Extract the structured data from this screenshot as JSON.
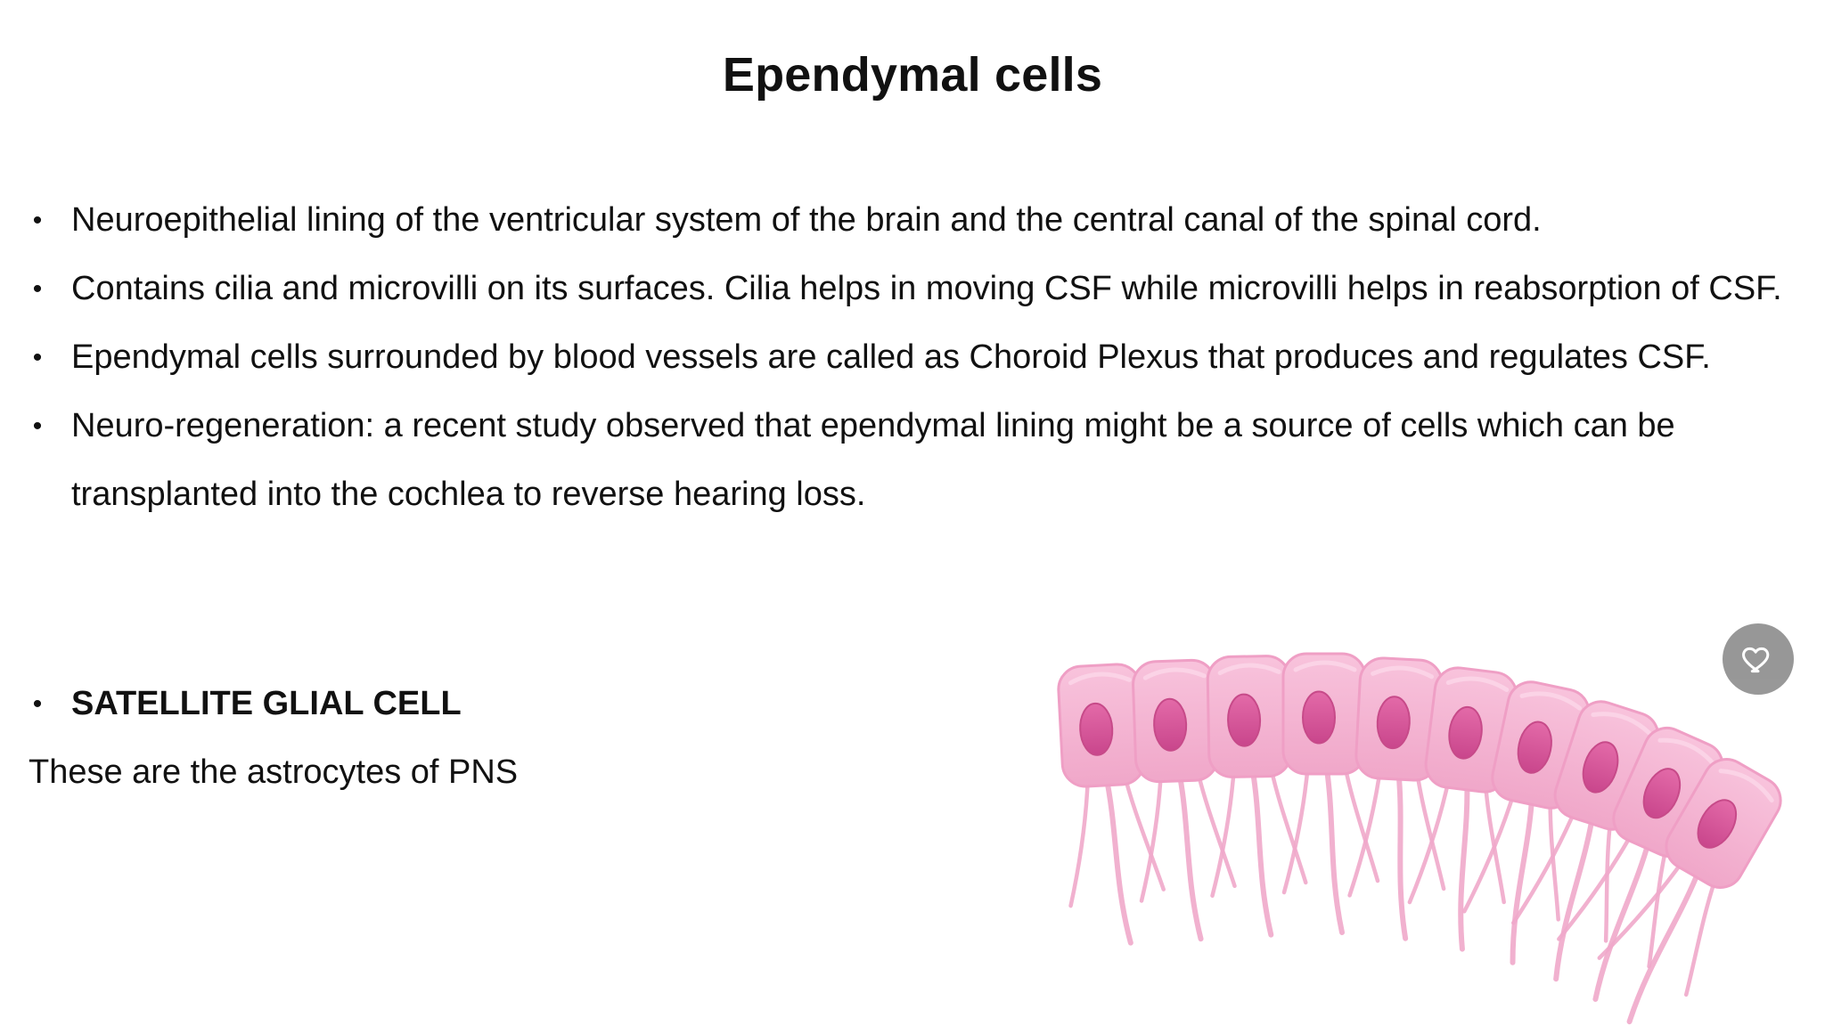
{
  "slide": {
    "title": "Ependymal cells",
    "bullets": [
      "Neuroepithelial lining of the ventricular system of the brain and the central canal of the spinal cord.",
      "Contains cilia and microvilli on its surfaces. Cilia helps in moving CSF while microvilli helps in reabsorption of CSF.",
      "Ependymal cells surrounded by blood vessels are called as Choroid Plexus that produces and regulates CSF.",
      "Neuro-regeneration: a recent study observed that ependymal lining might be a source of cells which can be transplanted into the cochlea to reverse hearing loss."
    ],
    "bullet_symbol": "•",
    "section_heading": "SATELLITE GLIAL CELL",
    "section_text": "These are the astrocytes of PNS"
  },
  "illustration": {
    "icon": "ependymal-cells-illustration",
    "colors": {
      "cell_fill": "#f5b6d4",
      "cell_edge": "#ef9fc5",
      "nucleus": "#d65a99",
      "nucleus_edge": "#c74a89",
      "process": "#f0a8ca"
    }
  },
  "overlay": {
    "favorite_icon": "heart-icon",
    "button_color": "#8f8f8f"
  }
}
